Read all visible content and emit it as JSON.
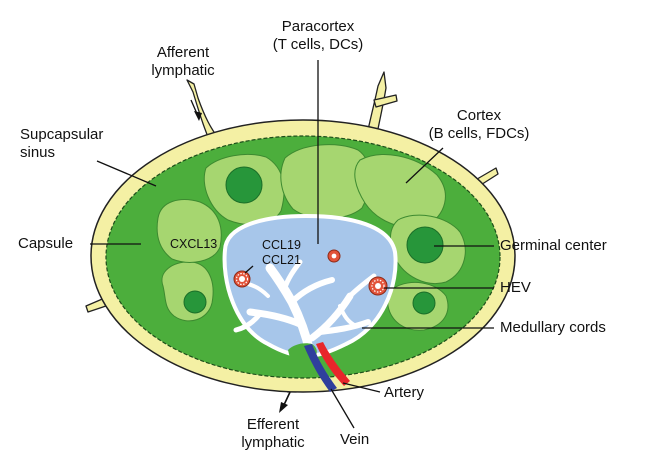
{
  "labels": {
    "paracortex_title": "Paracortex",
    "paracortex_sub": "(T cells, DCs)",
    "afferent_1": "Afferent",
    "afferent_2": "lymphatic",
    "cortex_title": "Cortex",
    "cortex_sub": "(B cells, FDCs)",
    "subcapsular_1": "Supcapsular",
    "subcapsular_2": "sinus",
    "capsule": "Capsule",
    "cxcl13": "CXCL13",
    "ccl19": "CCL19",
    "ccl21": "CCL21",
    "germinal_center": "Germinal center",
    "hev": "HEV",
    "medullary_cords": "Medullary cords",
    "artery": "Artery",
    "efferent_1": "Efferent",
    "efferent_2": "lymphatic",
    "vein": "Vein"
  },
  "colors": {
    "capsule_fill": "#f4f0a4",
    "cortex_green": "#4cae3c",
    "follicle_light": "#a6d670",
    "germinal_dark": "#27963a",
    "medulla_blue": "#a7c6ea",
    "hev_red": "#e2533a",
    "artery_red": "#e8262b",
    "vein_blue": "#2f3f9c"
  }
}
